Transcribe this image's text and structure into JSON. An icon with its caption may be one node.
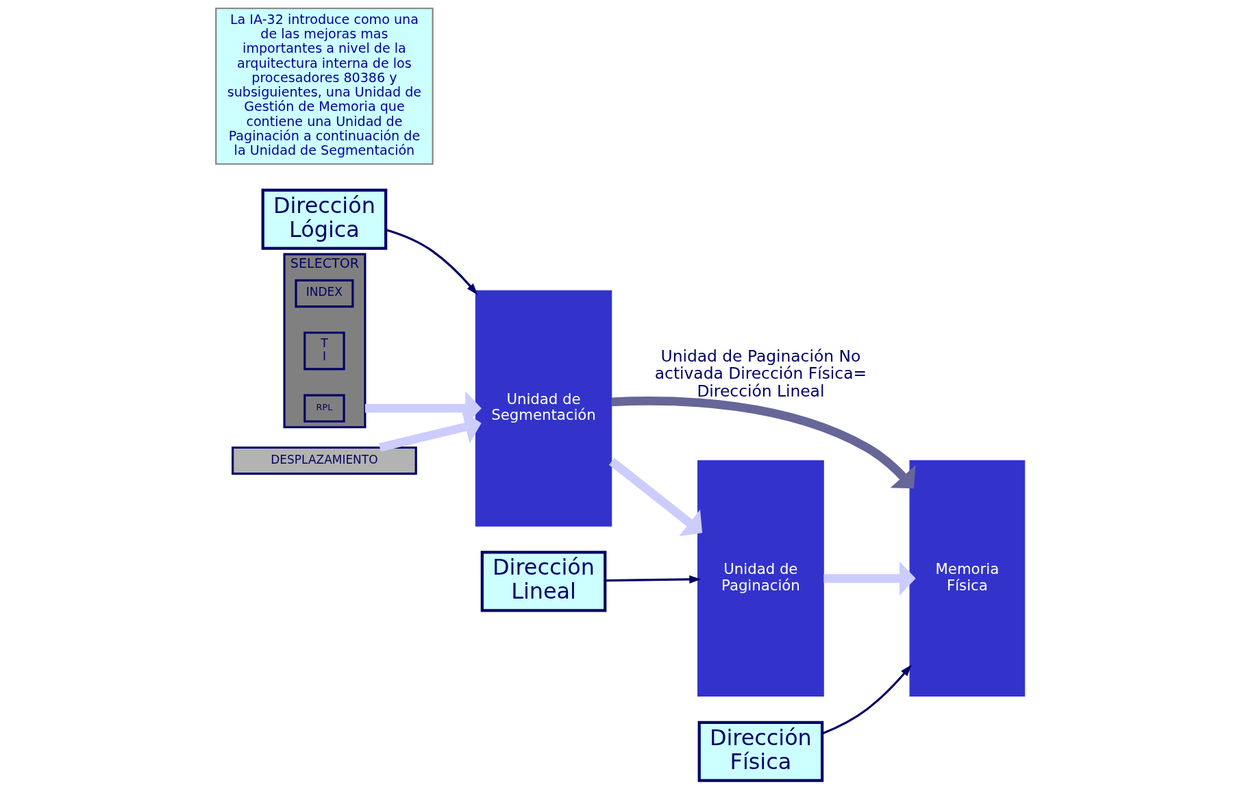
{
  "diagram": {
    "nodes": [
      {
        "text": [
          "Dirección Lógica"
        ]
      },
      {
        "text": [
          "Dirección Lineal"
        ]
      },
      {
        "text": [
          "Dirección Física"
        ]
      },
      {
        "text": [
          "SELECTOR"
        ]
      },
      {
        "text": [
          "INDEX"
        ],
        "in": 3
      },
      {
        "text": [
          "T I"
        ],
        "in": 3
      },
      {
        "text": [
          "RPL"
        ],
        "in": 3
      },
      {
        "text": [
          "DESPLAZAMIENTO"
        ]
      },
      {
        "text": [
          "Unidad de Segmentación"
        ]
      },
      {
        "text": [
          "Unidad de Paginación"
        ]
      },
      {
        "text": [
          "Memoria Física"
        ]
      },
      {
        "text": [
          "La IA-32 introduce como una de las mejoras mas importantes a nivel de la arquitectura interna de los procesadores 80386 y subsiguientes, una Unidad de Gestión de Memoria que contiene una Unidad de Paginación a continuación de la Unidad de Segmentación"
        ]
      }
    ],
    "edges": [
      {
        "from": 0,
        "to": 8,
        "arrow": "to",
        "color": "#000066"
      },
      {
        "from": 1,
        "to": 9,
        "arrow": "to",
        "color": "#000066"
      },
      {
        "from": 2,
        "to": 10,
        "arrow": "to",
        "color": "#000066"
      },
      {
        "from": 3,
        "to": 8,
        "arrow": "to"
      },
      {
        "from": 7,
        "to": 8,
        "arrow": "to"
      },
      {
        "from": 8,
        "to": 9,
        "arrow": "to"
      },
      {
        "from": 9,
        "to": 10,
        "arrow": "to"
      },
      {
        "from": 8,
        "to": 10,
        "arrow": "to",
        "color": "#666699",
        "label": "Unidad de Paginación No activada Dirección Física= Dirección Lineal"
      }
    ]
  }
}
